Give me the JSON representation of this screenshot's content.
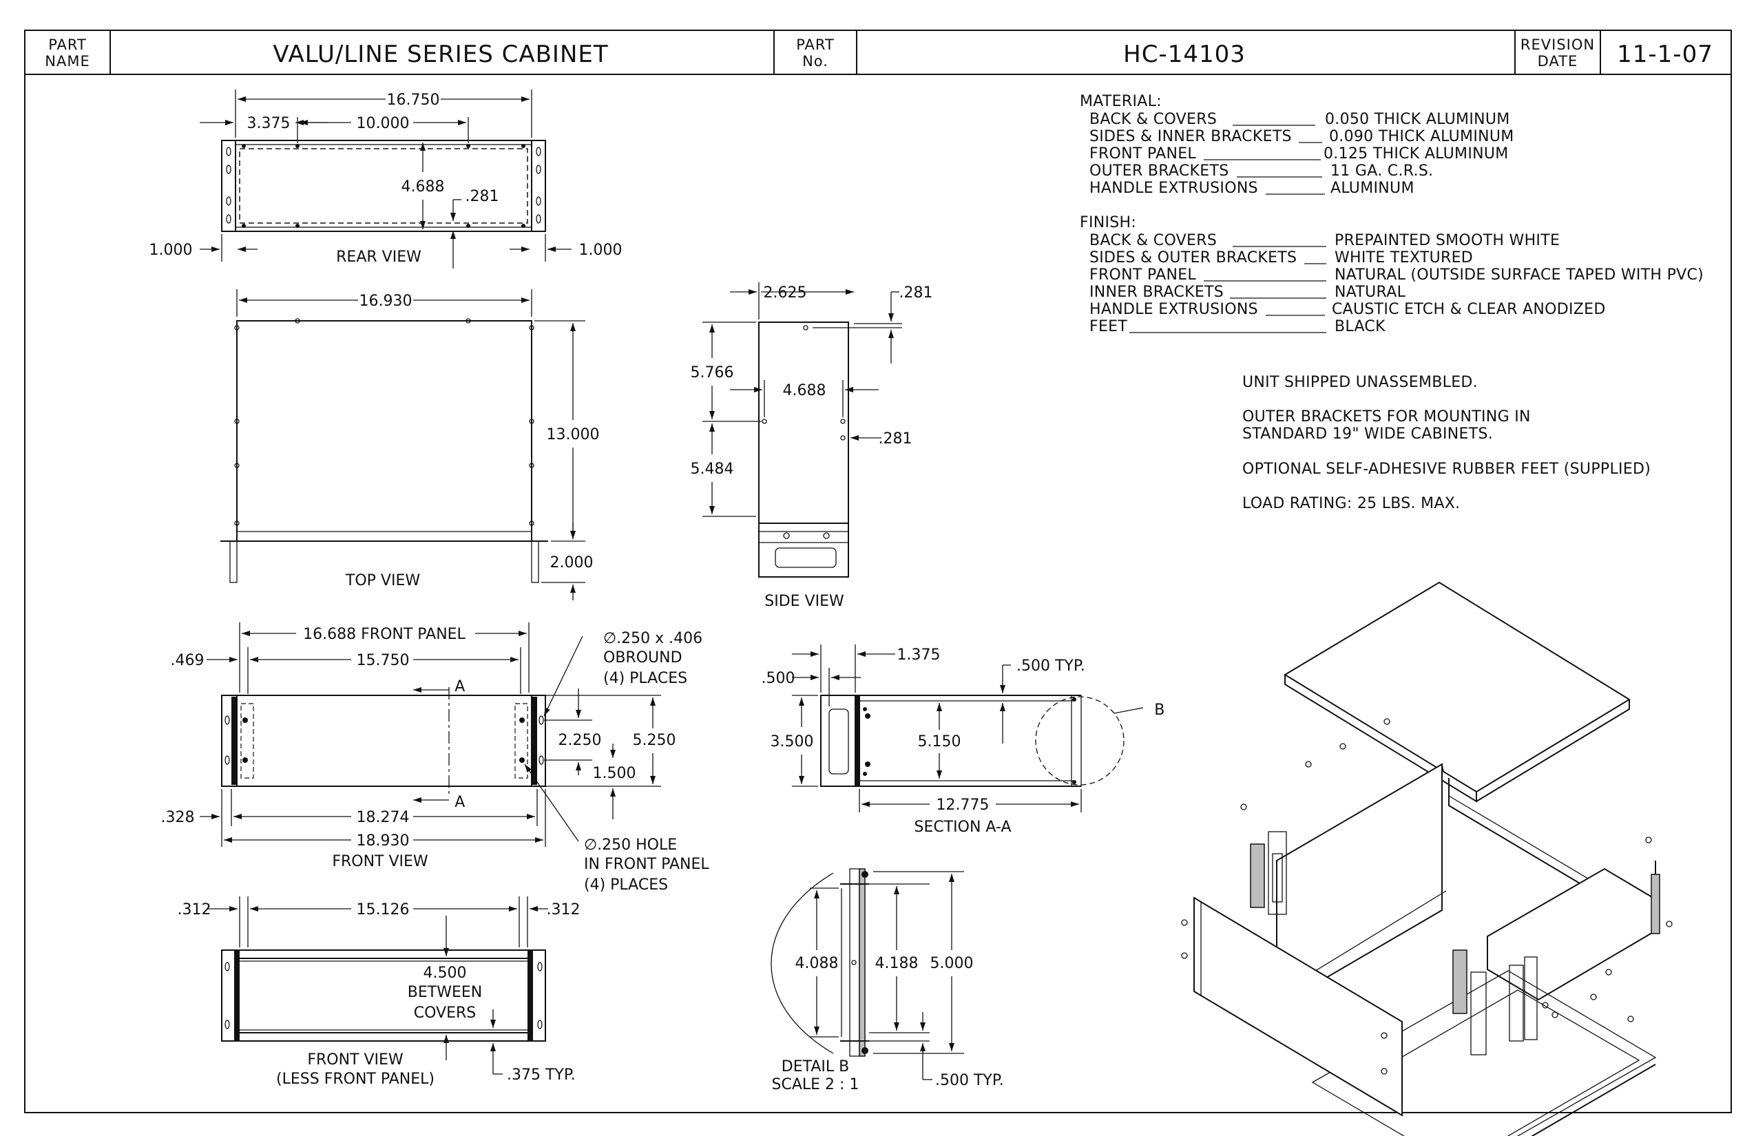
{
  "title_block": {
    "part_name_label": [
      "PART",
      "NAME"
    ],
    "part_name": "VALU/LINE SERIES CABINET",
    "part_no_label": [
      "PART",
      "No."
    ],
    "part_no": "HC-14103",
    "revision_label": [
      "REVISION",
      "DATE"
    ],
    "revision_date": "11-1-07"
  },
  "material": {
    "heading": "MATERIAL:",
    "rows": [
      {
        "item": "BACK & COVERS",
        "value": "0.050 THICK ALUMINUM"
      },
      {
        "item": "SIDES & INNER BRACKETS",
        "value": "0.090 THICK ALUMINUM"
      },
      {
        "item": "FRONT PANEL",
        "value": "0.125 THICK ALUMINUM"
      },
      {
        "item": "OUTER BRACKETS",
        "value": "11 GA. C.R.S."
      },
      {
        "item": "HANDLE EXTRUSIONS",
        "value": "ALUMINUM"
      }
    ]
  },
  "finish": {
    "heading": "FINISH:",
    "rows": [
      {
        "item": "BACK & COVERS",
        "value": "PREPAINTED SMOOTH WHITE"
      },
      {
        "item": "SIDES & OUTER BRACKETS",
        "value": "WHITE TEXTURED"
      },
      {
        "item": "FRONT PANEL",
        "value": "NATURAL (OUTSIDE SURFACE TAPED WITH PVC)"
      },
      {
        "item": "INNER BRACKETS",
        "value": "NATURAL"
      },
      {
        "item": "HANDLE EXTRUSIONS",
        "value": "CAUSTIC ETCH & CLEAR ANODIZED"
      },
      {
        "item": "FEET",
        "value": "BLACK"
      }
    ]
  },
  "notes": {
    "n1": "UNIT SHIPPED UNASSEMBLED.",
    "n2a": "OUTER BRACKETS FOR MOUNTING IN",
    "n2b": "STANDARD 19\" WIDE CABINETS.",
    "n3": "OPTIONAL SELF-ADHESIVE RUBBER FEET (SUPPLIED)",
    "n4": "LOAD RATING:  25 LBS. MAX."
  },
  "rear_view": {
    "label": "REAR VIEW",
    "dims": {
      "overall": "16.750",
      "left": "3.375",
      "center": "10.000",
      "height": "4.688",
      "small": ".281",
      "edge_left": "1.000",
      "edge_right": "1.000"
    }
  },
  "top_view": {
    "label": "TOP VIEW",
    "dims": {
      "width": "16.930",
      "depth": "13.000",
      "foot": "2.000"
    }
  },
  "side_view": {
    "label": "SIDE VIEW",
    "dims": {
      "top": "2.625",
      "top_small": ".281",
      "upper": "5.766",
      "mid": "4.688",
      "right_small": ".281",
      "lower": "5.484"
    }
  },
  "front_view": {
    "label": "FRONT VIEW",
    "dims": {
      "panel": "16.688 FRONT PANEL",
      "left": ".469",
      "inner": "15.750",
      "h1": "2.250",
      "h2": "5.250",
      "h3": "1.500",
      "edge": ".328",
      "width1": "18.274",
      "width2": "18.930"
    },
    "section_mark": "A",
    "note_obround": [
      "∅.250 x .406",
      "OBROUND",
      "(4) PLACES"
    ],
    "note_hole": [
      "∅.250 HOLE",
      "IN FRONT PANEL",
      "(4) PLACES"
    ]
  },
  "front_view_less": {
    "label": [
      "FRONT VIEW",
      "(LESS FRONT PANEL)"
    ],
    "dims": {
      "left": ".312",
      "inner": "15.126",
      "right": ".312",
      "between": [
        "4.500",
        "BETWEEN",
        "COVERS"
      ],
      "typ": ".375 TYP."
    }
  },
  "section_aa": {
    "label": "SECTION A-A",
    "dims": {
      "top": "1.375",
      "typ": ".500 TYP.",
      "left": ".500",
      "h": "3.500",
      "inner": "5.150",
      "width": "12.775"
    },
    "detail_mark": "B"
  },
  "detail_b": {
    "label": [
      "DETAIL B",
      "SCALE 2 : 1"
    ],
    "dims": {
      "a": "4.088",
      "b": "4.188",
      "c": "5.000",
      "typ": ".500 TYP."
    }
  }
}
